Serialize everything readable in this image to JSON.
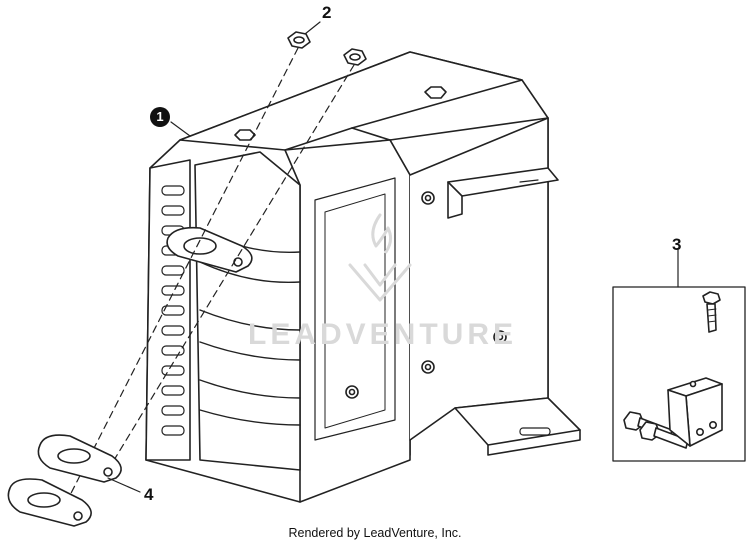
{
  "diagram": {
    "callouts": {
      "c1": "1",
      "c2": "2",
      "c3": "3",
      "c4": "4"
    },
    "watermark_text": "LEADVENTURE",
    "footer_text": "Rendered by LeadVenture, Inc."
  },
  "colors": {
    "line": "#222222",
    "fill": "#ffffff",
    "shade": "#e6e6e6",
    "watermark": "#d9d9d9"
  }
}
